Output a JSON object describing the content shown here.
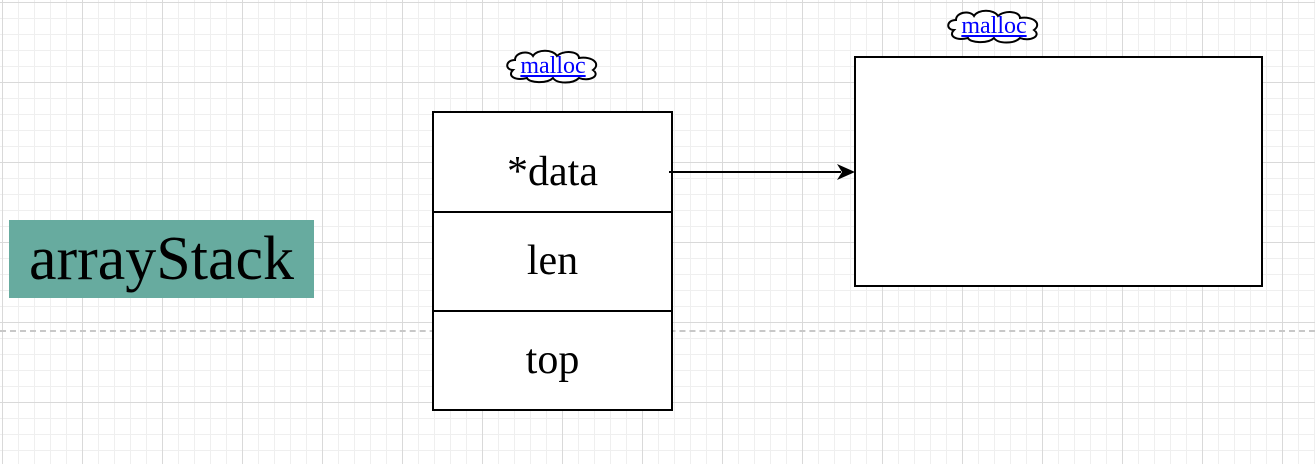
{
  "diagram": {
    "title": "arrayStack",
    "struct_fields": [
      "*data",
      "len",
      "top"
    ],
    "cloud_labels": [
      "malloc",
      "malloc"
    ]
  },
  "colors": {
    "title_background": "#67ab9f",
    "cloud_text": "#0000ff",
    "stroke": "#000000"
  }
}
